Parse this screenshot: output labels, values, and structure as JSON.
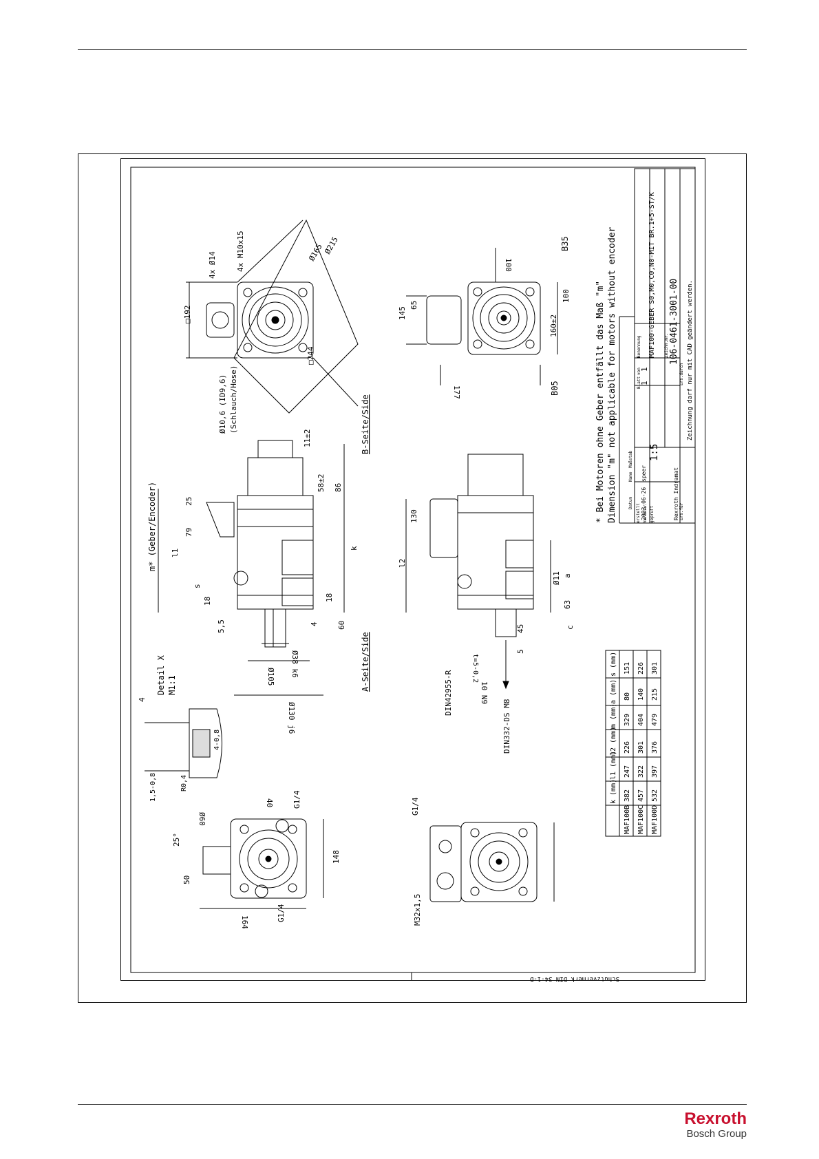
{
  "header": {},
  "drawing": {
    "note_de": "* Bei Motoren ohne Geber entfällt das Maß \"m\"",
    "note_en": "Dimension \"m\" not applicable for motors without encoder",
    "side_a": "A-Seite/Side",
    "side_b": "B-Seite/Side",
    "detail_label": "Detail X",
    "detail_scale": "M1:1",
    "label_encoder": "m* (Geber/Encoder)",
    "label_hose": "(Schlauch/Hose)",
    "hose_dim": "Ø10,6 (ID9,6)",
    "label_din42955": "DIN42955-R",
    "label_din332": "DIN332-DS M8",
    "label_n9": "10 N9",
    "label_t": "t=5-0,2",
    "label_g14": "G1/4",
    "label_m32": "M32x1,5",
    "label_b35": "B35",
    "label_b05": "B05",
    "label_holes": "4x Ø14",
    "label_thread": "4x M10x15",
    "label_square192": "□192",
    "label_square244": "□244",
    "dim_165": "Ø165",
    "dim_215": "Ø215",
    "dim_130j6": "Ø130 j6",
    "dim_105": "Ø105",
    "dim_38k6": "Ø38 k6",
    "dim_60": "Ø60",
    "dim_r04": "R0,4",
    "dim_15": "1,5-0,8",
    "dim_4": "4-0,8",
    "dim_11": "Ø11",
    "dims": [
      "25",
      "79",
      "l1",
      "s",
      "18",
      "5,5",
      "4",
      "60",
      "18",
      "86",
      "58±2",
      "11±2",
      "k",
      "l2",
      "130",
      "145",
      "65",
      "100",
      "177",
      "160±2",
      "100",
      "a",
      "63",
      "45",
      "5",
      "148",
      "50",
      "25°",
      "164",
      "40",
      "4",
      "c"
    ],
    "drawing_number": "106-0461-3001-00",
    "title_block": {
      "bezeichnung": "MAF100-GEBER S0,M0,C0,N0-MIT BR.1+5-ST/K",
      "scale": "1:5",
      "date": "2003-06-26",
      "drawn_by": "speer",
      "sheet": "1",
      "sheets": "1",
      "footer_note": "Zeichnung darf nur mit CAD geändert werden.",
      "copyright": "Schutzvermerk DIN 34-1-D",
      "company": "Rexroth Indramat",
      "row_labels": [
        "erstellt",
        "Verantw.",
        "geprüft"
      ],
      "head_labels": [
        "Datum",
        "Name",
        "Maßstab",
        "Blatt",
        "von",
        "Zeichn.Nr.",
        "Benennung",
        "Ers.für",
        "Ers.durch"
      ]
    },
    "dim_table": {
      "headers": [
        "",
        "k (mm)",
        "l1 (mm)",
        "l2 (mm)",
        "m (mm)",
        "a (mm)",
        "s (mm)"
      ],
      "rows": [
        [
          "MAF100B",
          "382",
          "247",
          "226",
          "329",
          "80",
          "151"
        ],
        [
          "MAF100C",
          "457",
          "322",
          "301",
          "404",
          "140",
          "226"
        ],
        [
          "MAF100D",
          "532",
          "397",
          "376",
          "479",
          "215",
          "301"
        ]
      ]
    }
  },
  "footer": {
    "brand": "Rexroth",
    "sub": "Bosch Group",
    "brand_color": "#c8102e"
  }
}
